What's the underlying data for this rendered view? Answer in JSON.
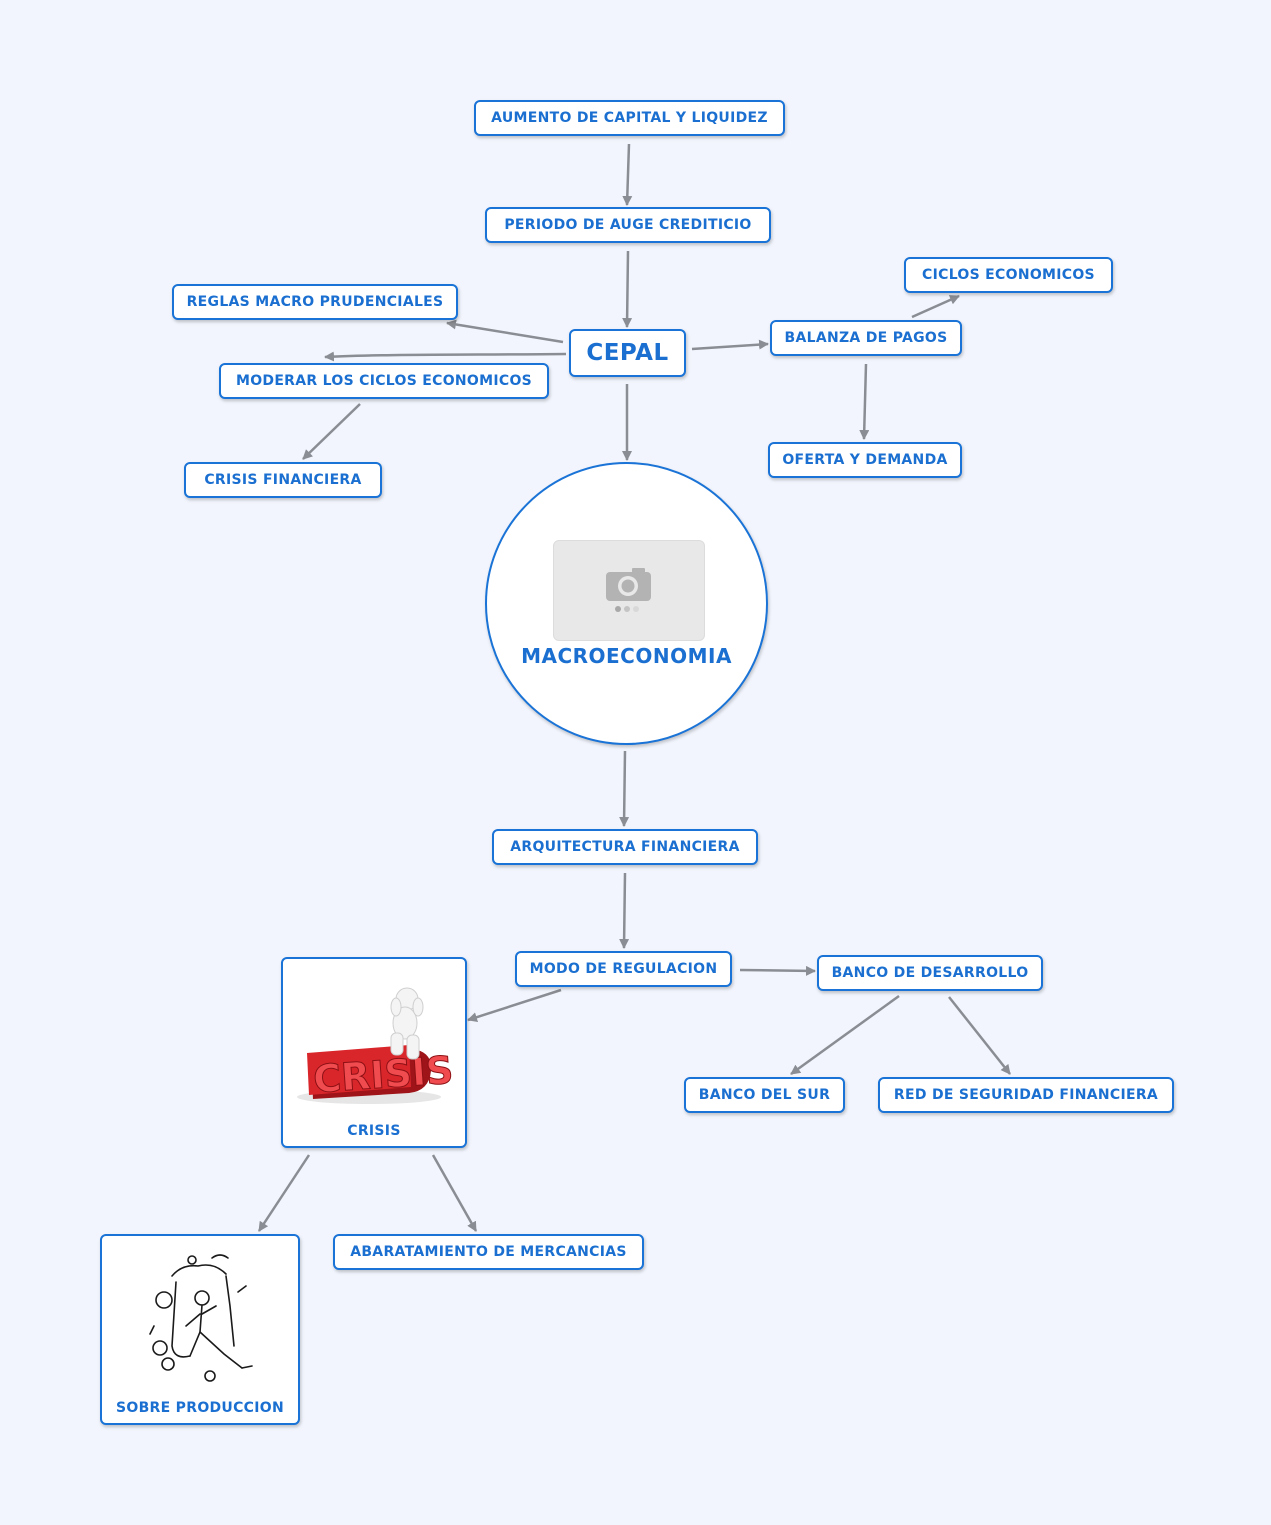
{
  "nodes": {
    "aumento": "AUMENTO DE CAPITAL Y LIQUIDEZ",
    "periodo": "PERIODO DE AUGE CREDITICIO",
    "reglas": "REGLAS MACRO PRUDENCIALES",
    "cepal": "CEPAL",
    "moderar": "MODERAR LOS CICLOS ECONOMICOS",
    "crisis_financiera": "CRISIS FINANCIERA",
    "balanza": "BALANZA DE PAGOS",
    "ciclos": "CICLOS ECONOMICOS",
    "oferta": "OFERTA Y DEMANDA",
    "macroeconomia": "MACROECONOMIA",
    "arquitectura": "ARQUITECTURA FINANCIERA",
    "modo": "MODO DE REGULACION",
    "banco_desarrollo": "BANCO DE DESARROLLO",
    "banco_sur": "BANCO DEL SUR",
    "red": "RED DE SEGURIDAD FINANCIERA",
    "crisis": "CRISIS",
    "crisis_word": "CRISIS",
    "abaratamiento": "ABARATAMIENTO DE MERCANCIAS",
    "sobre": "SOBRE PRODUCCION"
  },
  "colors": {
    "background": "#f2f5fd",
    "node_border": "#1a73d6",
    "node_text": "#1a6fd0",
    "edge": "#8a8d93",
    "crisis_red": "#d9262b"
  },
  "icons": {
    "photo_placeholder": "camera-icon",
    "crisis_illustration": "crisis-3d-figure",
    "sobre_illustration": "sketch-man-falling"
  }
}
